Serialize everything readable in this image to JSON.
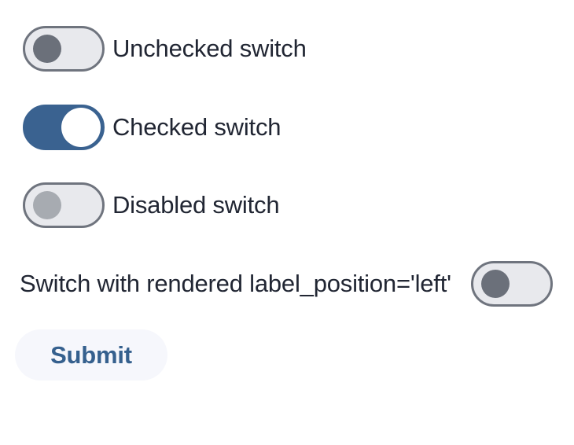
{
  "colors": {
    "track_off_bg": "#e8e9ed",
    "track_border": "#6f747e",
    "track_on_bg": "#3a6290",
    "knob_off": "#6b707a",
    "knob_disabled": "#a7abb1",
    "knob_on": "#ffffff",
    "label_text": "#212633",
    "submit_bg": "#f6f7fc",
    "submit_text": "#35608e"
  },
  "switches": [
    {
      "label": "Unchecked switch",
      "state": "unchecked",
      "disabled": false,
      "label_position": "right"
    },
    {
      "label": "Checked switch",
      "state": "checked",
      "disabled": false,
      "label_position": "right"
    },
    {
      "label": "Disabled switch",
      "state": "unchecked",
      "disabled": true,
      "label_position": "right"
    },
    {
      "label": "Switch with rendered label_position='left'",
      "state": "unchecked",
      "disabled": false,
      "label_position": "left"
    }
  ],
  "submit": {
    "label": "Submit"
  }
}
